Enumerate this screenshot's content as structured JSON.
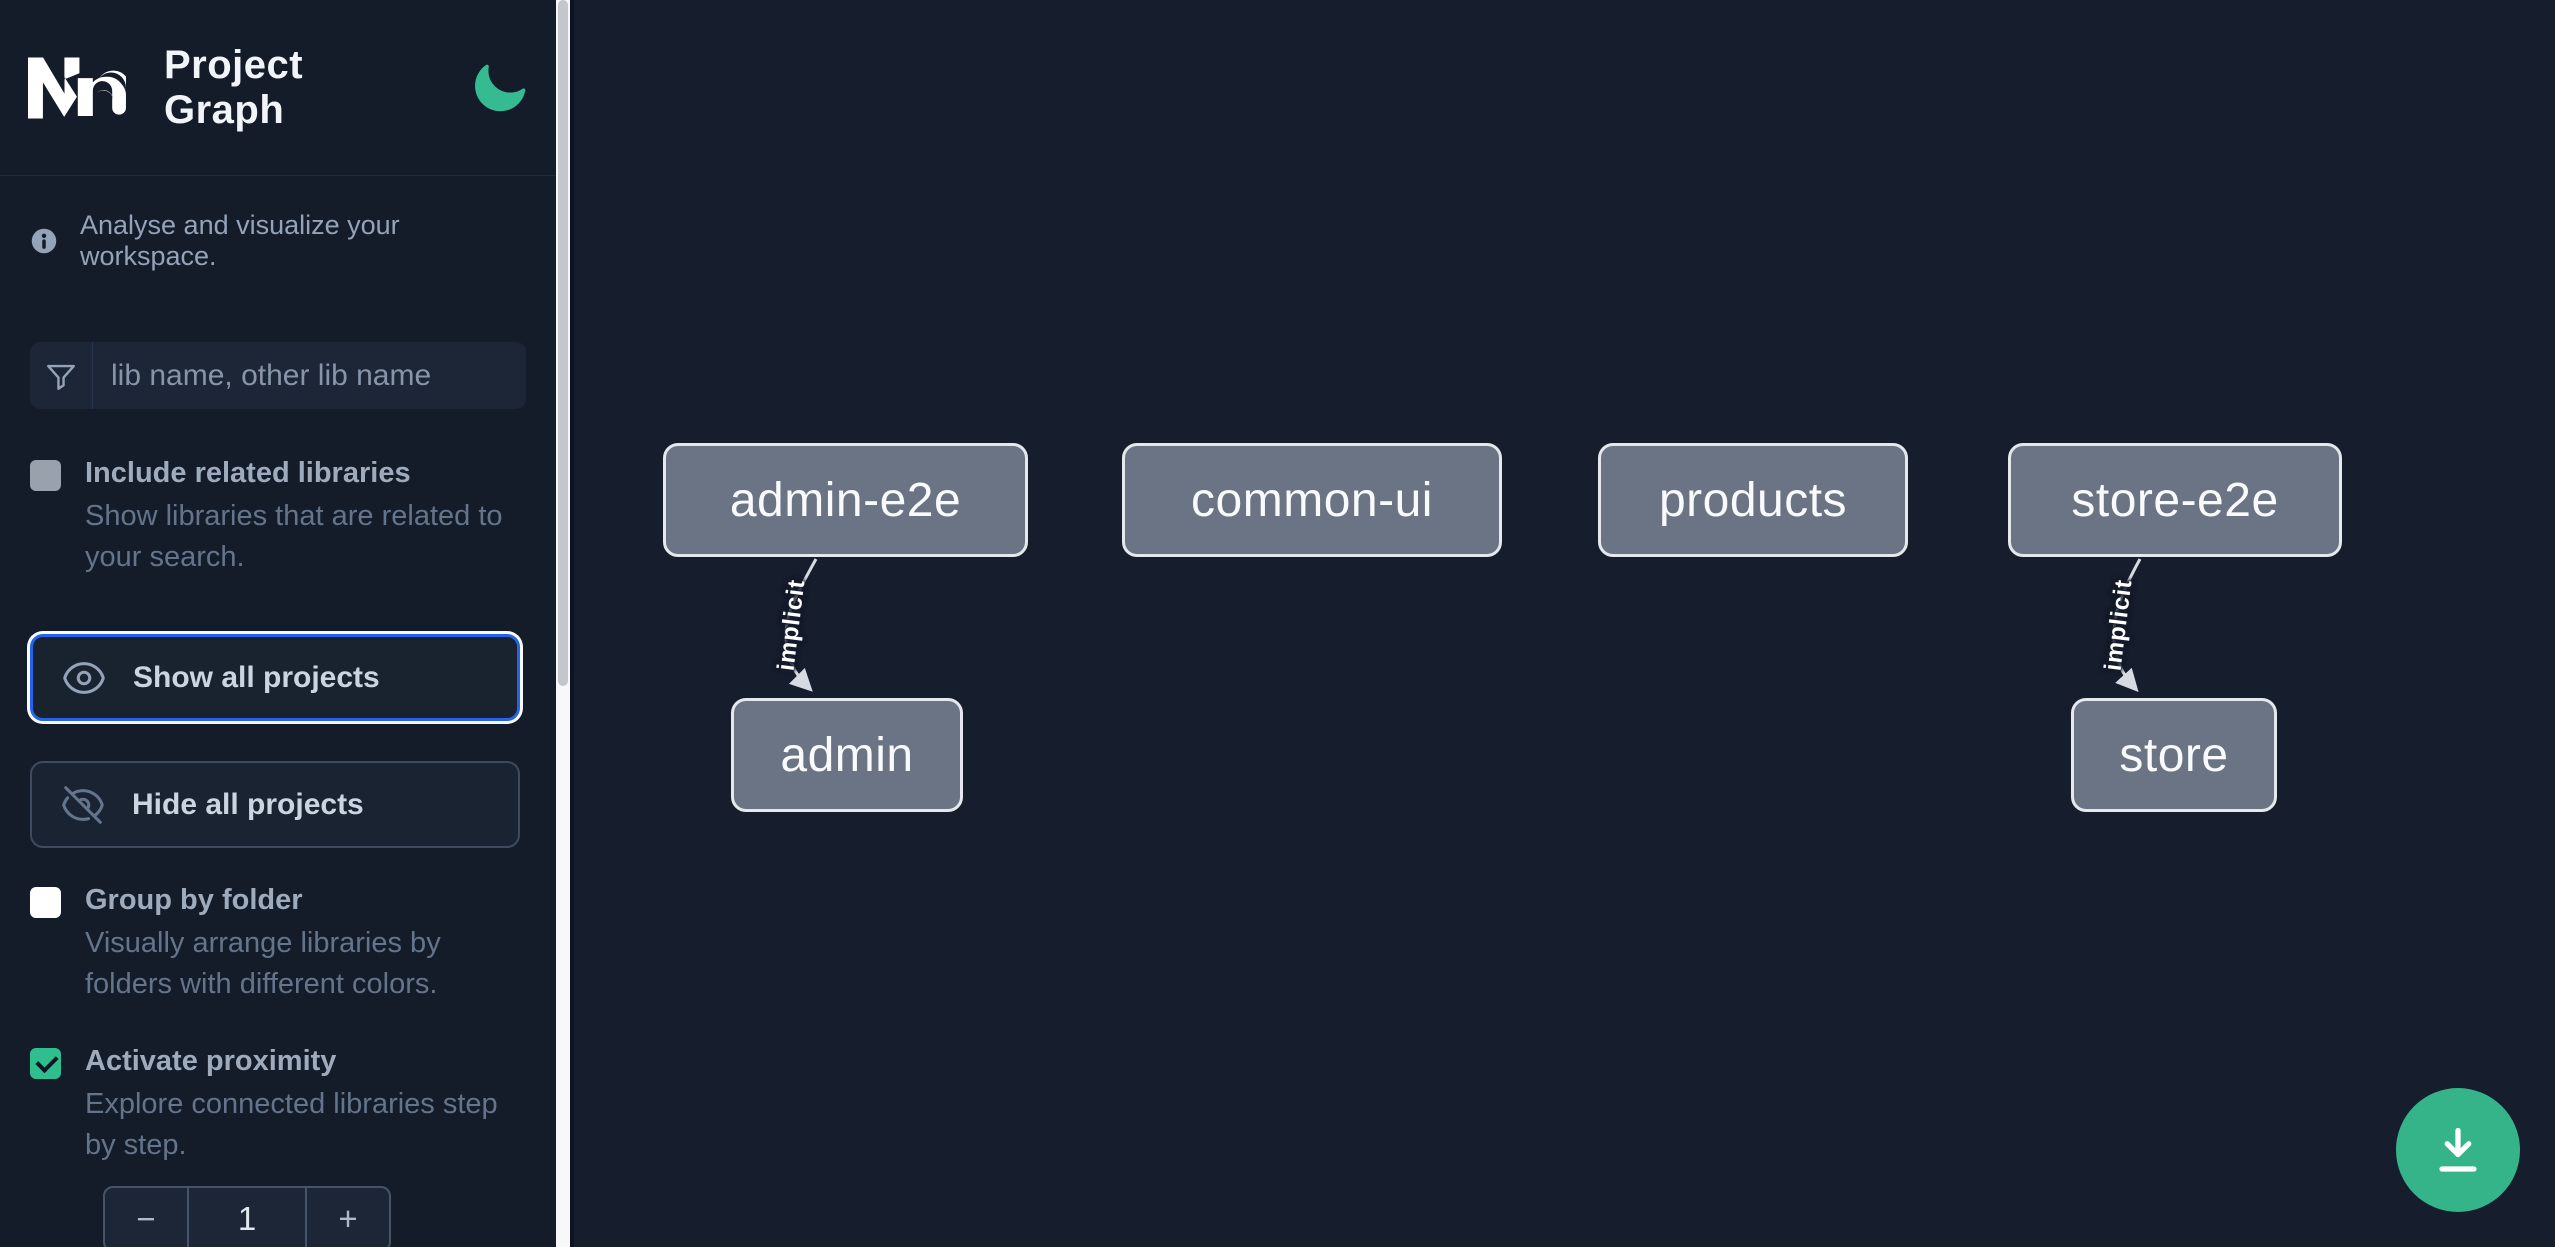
{
  "header": {
    "app_name": "Nx",
    "title": "Project Graph"
  },
  "tagline": "Analyse and visualize your workspace.",
  "filter": {
    "placeholder": "lib name, other lib name",
    "value": ""
  },
  "options": [
    {
      "label": "Include related libraries",
      "description": "Show libraries that are related to your search.",
      "checked": false,
      "disabled": true
    },
    {
      "label": "Group by folder",
      "description": "Visually arrange libraries by folders with different colors.",
      "checked": false,
      "disabled": false
    },
    {
      "label": "Activate proximity",
      "description": "Explore connected libraries step by step.",
      "checked": true,
      "disabled": false
    }
  ],
  "actions": {
    "show_all": "Show all projects",
    "hide_all": "Hide all projects"
  },
  "proximity_stepper": {
    "decrement": "−",
    "value": "1",
    "increment": "+"
  },
  "graph": {
    "nodes": [
      {
        "label": "admin-e2e"
      },
      {
        "label": "common-ui"
      },
      {
        "label": "products"
      },
      {
        "label": "store-e2e"
      },
      {
        "label": "admin"
      },
      {
        "label": "store"
      }
    ],
    "edges": [
      {
        "source": "admin-e2e",
        "target": "admin",
        "label": "implicit"
      },
      {
        "source": "store-e2e",
        "target": "store",
        "label": "implicit"
      }
    ]
  },
  "icons": [
    "nx-logo",
    "moon-icon",
    "info-icon",
    "funnel-icon",
    "eye-icon",
    "eye-slash-icon",
    "download-icon"
  ],
  "colors": {
    "accent_green": "#35b489",
    "focus_blue": "#2563eb",
    "node_fill": "#6a7484",
    "node_border": "#e5e8ed",
    "edge": "#d6dbe3",
    "sidebar_bg": "#141b29",
    "canvas_bg": "#161d2c"
  }
}
